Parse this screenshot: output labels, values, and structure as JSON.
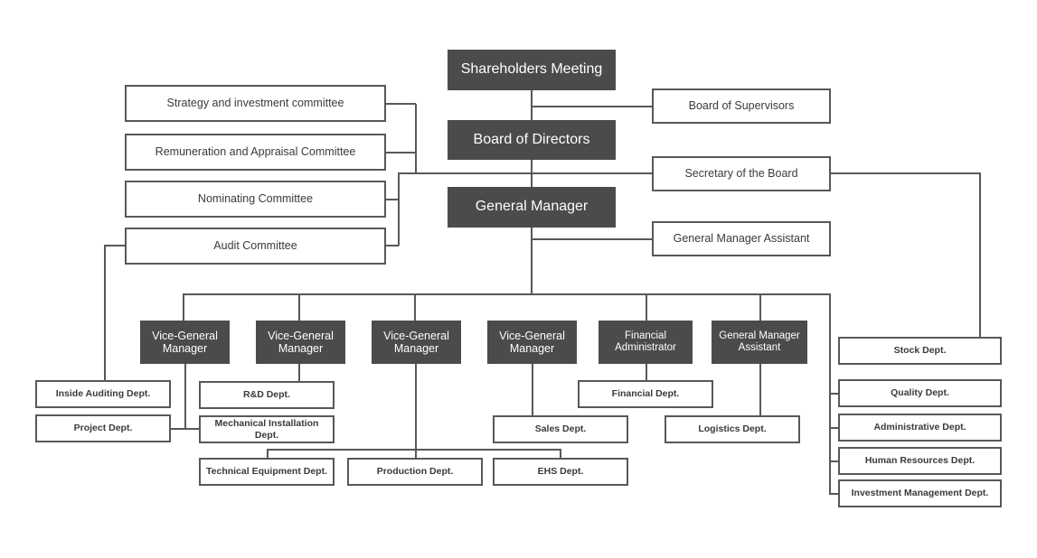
{
  "chart_data": {
    "type": "diagram",
    "title": "Corporate Organizational Structure Chart",
    "style": {
      "filled_fill": "#4d4a4a",
      "filled_text": "#ffffff",
      "outline_stroke": "#5a5757",
      "outline_text": "#3a3a3a",
      "background": "#ffffff"
    }
  },
  "governance": {
    "shareholders_meeting": "Shareholders Meeting",
    "board_of_directors": "Board of Directors",
    "general_manager": "General Manager",
    "board_of_supervisors": "Board of Supervisors",
    "secretary_of_the_board": "Secretary of the Board",
    "general_manager_assistant": "General Manager Assistant"
  },
  "committees": [
    {
      "label": "Strategy and investment committee"
    },
    {
      "label": "Remuneration and Appraisal Committee"
    },
    {
      "label": "Nominating Committee"
    },
    {
      "label": "Audit Committee"
    }
  ],
  "executives": [
    {
      "label": "Vice-General Manager",
      "line1": "Vice-General",
      "line2": "Manager"
    },
    {
      "label": "Vice-General Manager",
      "line1": "Vice-General",
      "line2": "Manager"
    },
    {
      "label": "Vice-General Manager",
      "line1": "Vice-General",
      "line2": "Manager"
    },
    {
      "label": "Vice-General Manager",
      "line1": "Vice-General",
      "line2": "Manager"
    },
    {
      "label": "Financial Administrator",
      "line1": "Financial",
      "line2": "Administrator"
    },
    {
      "label": "General Manager Assistant",
      "line1": "General Manager",
      "line2": "Assistant"
    }
  ],
  "departments": {
    "inside_auditing": "Inside Auditing Dept.",
    "project": "Project Dept.",
    "rd": "R&D Dept.",
    "mechanical_installation": "Mechanical Installation Dept.",
    "technical_equipment": "Technical Equipment Dept.",
    "production": "Production Dept.",
    "ehs": "EHS Dept.",
    "sales": "Sales Dept.",
    "financial": "Financial Dept.",
    "logistics": "Logistics Dept.",
    "stock": "Stock Dept.",
    "quality": "Quality Dept.",
    "administrative": "Administrative Dept.",
    "human_resources": "Human Resources Dept.",
    "investment_management": "Investment Management Dept."
  }
}
